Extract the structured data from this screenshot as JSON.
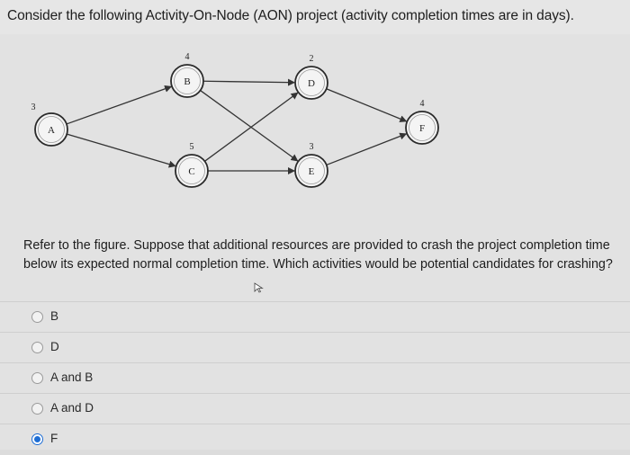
{
  "question": {
    "header": "Consider the following Activity-On-Node (AON) project (activity completion times are in days).",
    "prompt": "Refer to the figure. Suppose that additional resources are provided to crash the project completion time below its expected normal completion time. Which activities would be potential candidates for crashing?"
  },
  "diagram": {
    "nodes": [
      {
        "id": "A",
        "duration": "3"
      },
      {
        "id": "B",
        "duration": "4"
      },
      {
        "id": "C",
        "duration": "5"
      },
      {
        "id": "D",
        "duration": "2"
      },
      {
        "id": "E",
        "duration": "3"
      },
      {
        "id": "F",
        "duration": "4"
      }
    ],
    "edges": [
      [
        "A",
        "B"
      ],
      [
        "A",
        "C"
      ],
      [
        "B",
        "D"
      ],
      [
        "B",
        "E"
      ],
      [
        "C",
        "D"
      ],
      [
        "C",
        "E"
      ],
      [
        "D",
        "F"
      ],
      [
        "E",
        "F"
      ]
    ]
  },
  "options": [
    {
      "label": "B",
      "selected": false
    },
    {
      "label": "D",
      "selected": false
    },
    {
      "label": "A and B",
      "selected": false
    },
    {
      "label": "A and D",
      "selected": false
    },
    {
      "label": "F",
      "selected": true
    }
  ],
  "colors": {
    "selected_radio": "#1f6ed4"
  }
}
